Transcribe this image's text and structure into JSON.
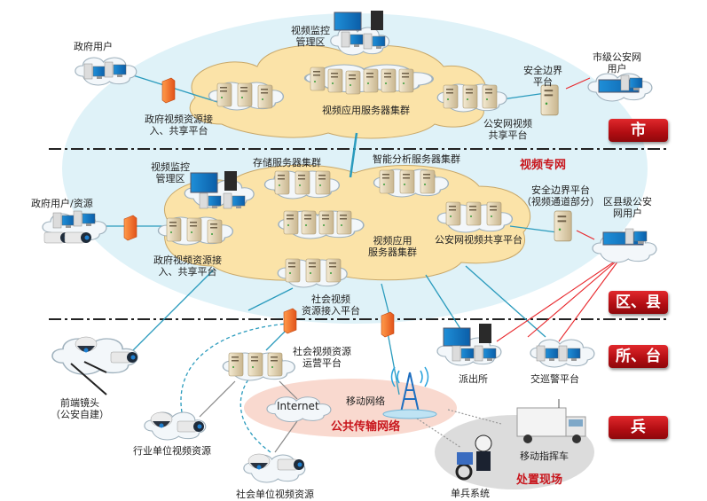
{
  "diagram": {
    "title": "视频专网",
    "tiers": [
      {
        "id": "city",
        "label": "市"
      },
      {
        "id": "district",
        "label": "区、县"
      },
      {
        "id": "station",
        "label": "所、台"
      },
      {
        "id": "soldier",
        "label": "兵"
      }
    ],
    "city": {
      "gov_user": "政府用户",
      "monitor_zone": [
        "视频监控",
        "管理区"
      ],
      "gov_platform": [
        "政府视频资源接",
        "入、共享平台"
      ],
      "app_cluster": "视频应用服务器集群",
      "police_share": [
        "公安网视频",
        "共享平台"
      ],
      "security_border": [
        "安全边界",
        "平台"
      ],
      "city_police_user": [
        "市级公安网",
        "用户"
      ]
    },
    "district": {
      "gov_user_resource": "政府用户/资源",
      "monitor_zone": [
        "视频监控",
        "管理区"
      ],
      "storage_cluster": "存储服务器集群",
      "analysis_cluster": "智能分析服务器集群",
      "gov_platform": [
        "政府视频资源接",
        "入、共享平台"
      ],
      "app_cluster": [
        "视频应用",
        "服务器集群"
      ],
      "police_share": "公安网视频共享平台",
      "social_access": [
        "社会视频",
        "资源接入平台"
      ],
      "security_border": [
        "安全边界平台",
        "（视频通道部分）"
      ],
      "district_police_user": [
        "区县级公安",
        "网用户"
      ]
    },
    "station": {
      "front_camera": [
        "前端镜头",
        "（公安自建）"
      ],
      "social_ops": [
        "社会视频资源",
        "运营平台"
      ],
      "police_station": "派出所",
      "traffic_platform": "交巡警平台",
      "industry_video": "行业单位视频资源",
      "social_video": "社会单位视频资源"
    },
    "public_network": {
      "label": "公共传输网络",
      "internet": "Internet",
      "mobile": "移动网络"
    },
    "scene": {
      "label": "处置现场",
      "command_vehicle": "移动指挥车",
      "soldier_system": "单兵系统"
    },
    "colors": {
      "private_net": "#dff2f8",
      "core_cloud": "#fbe3a8",
      "tier_red": "#c8161d",
      "public_net": "#f9d9cf",
      "scene": "#dcdcdc",
      "link_blue": "#2a9bbd",
      "link_red": "#e8262b"
    }
  }
}
